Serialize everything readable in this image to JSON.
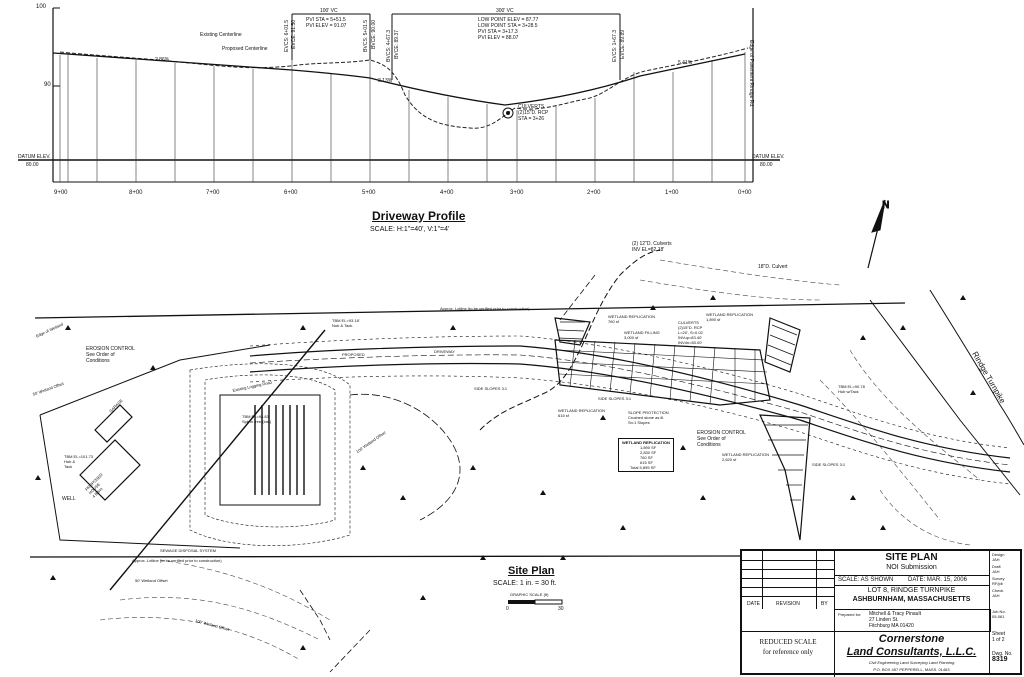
{
  "profile": {
    "title": "Driveway Profile",
    "scale": "SCALE: H:1\"=40', V:1\"=4'",
    "elev_top": "100",
    "elev_mid": "90",
    "datum_left_label": "DATUM ELEV.",
    "datum_left_value": "80.00",
    "datum_right_label": "DATUM ELEV.",
    "datum_right_value": "80.00",
    "existing_centerline": "Existing Centerline",
    "proposed_centerline": "Proposed Centerline",
    "slope_left": "2.86%",
    "slope_mid": "2.13%",
    "slope_right": "5.41%",
    "vc_left_len": "100' VC",
    "vc_left_pvi_sta": "PVI STA = 5+51.5",
    "vc_left_pvi_elev": "PVI ELEV = 91.07",
    "vc_right_len": "300' VC",
    "vc_right_low_elev": "LOW POINT ELEV = 87.77",
    "vc_right_low_sta": "LOW POINT STA = 3+28.5",
    "vc_right_pvi_sta": "PVI STA = 3+17.3",
    "vc_right_pvi_elev": "PVI ELEV = 88.07",
    "evcs_left": "EVCS: 6+01.5",
    "evce_left": "EVCE: 91.50",
    "bvcs_left": "BVCS: 5+01.5",
    "bvce_left": "BVCE: 90.00",
    "bvcs_right": "BVCS: 4+67.3",
    "bvce_right": "BVCE: 89.37",
    "evcs_right": "EVCS: 1+67.3",
    "evce_right": "EVCE: 89.89",
    "culverts_note": "CULVERTS\n(2)15\"D. RCP\nSTA = 3+26",
    "edge_pavement": "Edge of Pavement Rindge Rd.",
    "stations": [
      "9+00",
      "8+00",
      "7+00",
      "6+00",
      "5+00",
      "4+00",
      "3+00",
      "2+00",
      "1+00",
      "0+00"
    ]
  },
  "plan": {
    "title": "Site Plan",
    "scale": "SCALE: 1 in. = 30 ft.",
    "graphic_scale": "GRAPHIC SCALE (ft)",
    "gs_zero": "0",
    "gs_thirty": "30",
    "road_name": "Rindge Turnpike",
    "lotline_note": "Approx. Lotline (to be verified prior to construction)",
    "lotline_note2": "Approx. Lotline (to be verified prior to construction)",
    "culverts_top": "(2) 12\"D. Culverts\nINV EL=82.18'",
    "culvert_18": "18\"D. Culvert",
    "wetland_line": "Edge of Wetland",
    "erosion_control_1": "EROSION CONTROL\nSee Order of\nConditions",
    "erosion_control_2": "EROSION CONTROL\nSee Order of\nConditions",
    "wetland_offset_left": "50' Wetland Offset",
    "wetland_offset_mid": "100' Wetland Offset",
    "wetland_offset_low": "50' Wetland Offset",
    "wetland_offset_low2": "100' Wetland Offset",
    "tbm_1": "TBM EL=93.18'\nNub & Tack",
    "tbm_2": "TBM EL=94.83'\nSpk in tree (lost)",
    "tbm_3": "TBM EL=90.78\nHub w/Tack",
    "tbm_4": "TBM EL=101.73\nHub &\nTack",
    "proposed_driveway": "PROPOSED",
    "driveway_label": "DRIVEWAY",
    "existing_logging": "Existing Logging Road",
    "wetland_repl_1": "WETLAND REPLICATION\n760 sf",
    "wetland_filling": "WETLAND FILLING\n3,000 sf",
    "wetland_repl_2": "WETLAND REPLICATION\n1,890 sf",
    "wetland_repl_3": "WETLAND REPLICATION\n615 sf",
    "wetland_repl_4": "WETLAND REPLICATION\n2,620 sf",
    "culverts_plan": "CULVERTS\n(2)15\"D. RCP\nL=20', S=0.02\nINVup=83.40'\nINVdn=83.00'",
    "slope_protection": "SLOPE PROTECTION\nCrushed stone as ill.\nSn:1 Slopes",
    "side_slopes_1": "SIDE SLOPES 3:1",
    "side_slopes_2": "SIDE SLOPES 3:1",
    "side_slopes_3": "SIDE SLOPES 3:1",
    "replication_table_title": "WETLAND REPLICATION",
    "replication_rows": [
      "1,890 SF",
      "2,830 SF",
      "760 SF",
      "615 SF",
      "Total 5,895 SF"
    ],
    "septic_system": "SEWAGE DISPOSAL SYSTEM",
    "proposed_house": "PROPOSED\nHOUSE\n4 Bdrm",
    "well": "WELL",
    "garage": "GARAGE"
  },
  "title_block": {
    "sheet_title": "SITE PLAN",
    "submission": "NOI Submission",
    "scale": "SCALE: AS SHOWN",
    "date": "DATE: MAR. 15, 2006",
    "lot_line1": "LOT 8, RINDGE TURNPIKE",
    "lot_line2": "ASHBURNHAM, MASSACHUSETTS",
    "prepared_for_label": "Prepared for:",
    "prepared_for_1": "Mitchell & Tracy Pinault",
    "prepared_for_2": "27 Linden St.",
    "prepared_for_3": "Fitchburg MA 01420",
    "revision_date": "DATE",
    "revision_label": "REVISION",
    "revision_by": "BY",
    "reduced_1": "REDUCED SCALE",
    "reduced_2": "for reference only",
    "company_1": "Cornerstone",
    "company_2": "Land Consultants, L.L.C.",
    "company_tagline": "Civil Engineering   Land Surveying   Land Planning",
    "company_address": "P.O. BOX 457        PEPPERELL, MASS. 01463",
    "design_label": "Design",
    "design_val": "JAH",
    "draft_label": "Draft",
    "draft_val": "JAH",
    "survey_label": "Survey",
    "survey_val": "RF/jdt",
    "check_label": "Check",
    "check_val": "JAH",
    "job_label": "Job No.",
    "job_val": "05-061",
    "sheet_label": "Sheet",
    "sheet_val": "1 of 2",
    "dwg_label": "Dwg. No.",
    "dwg_val": "8319"
  }
}
